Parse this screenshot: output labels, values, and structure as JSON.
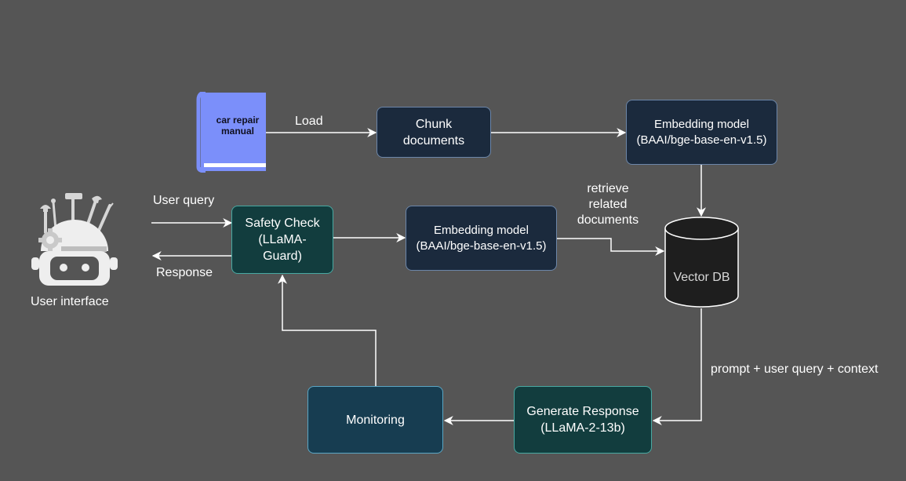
{
  "book": {
    "line1": "car repair",
    "line2": "manual"
  },
  "edges": {
    "load": "Load",
    "user_query": "User query",
    "response": "Response",
    "retrieve_1": "retrieve",
    "retrieve_2": "related",
    "retrieve_3": "documents",
    "prompt": "prompt + user query + context"
  },
  "nodes": {
    "chunk": {
      "line1": "Chunk",
      "line2": "documents"
    },
    "embed_top": {
      "line1": "Embedding model",
      "line2": "(BAAI/bge-base-en-v1.5)"
    },
    "safety": {
      "line1": "Safety Check",
      "line2": "(LLaMA-",
      "line3": "Guard)"
    },
    "embed_mid": {
      "line1": "Embedding model",
      "line2": "(BAAI/bge-base-en-v1.5)"
    },
    "vector_db": "Vector DB",
    "generate": {
      "line1": "Generate Response",
      "line2": "(LLaMA-2-13b)"
    },
    "monitoring": "Monitoring"
  },
  "user_interface": "User interface",
  "colors": {
    "background": "#555555",
    "book": "#7b8ffa",
    "navy_fill": "#1b2a3d",
    "teal_fill": "#123d3e",
    "monitor_fill": "#173d51",
    "db_fill": "#1e1e1e"
  }
}
